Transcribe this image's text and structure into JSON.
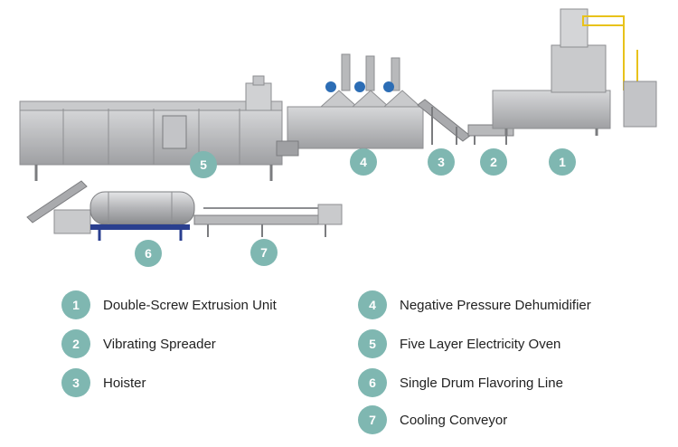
{
  "colors": {
    "badge": "#7fb7b1",
    "machine_body": "#b8b9bb",
    "machine_dark": "#7b7c7f",
    "frame_blue": "#2a3f8f",
    "frame_yellow": "#e8c21a",
    "text": "#222222"
  },
  "diagram_badges": [
    {
      "number": "1"
    },
    {
      "number": "2"
    },
    {
      "number": "3"
    },
    {
      "number": "4"
    },
    {
      "number": "5"
    },
    {
      "number": "6"
    },
    {
      "number": "7"
    }
  ],
  "legend": [
    {
      "number": "1",
      "label": "Double-Screw Extrusion Unit"
    },
    {
      "number": "2",
      "label": "Vibrating Spreader"
    },
    {
      "number": "3",
      "label": "Hoister"
    },
    {
      "number": "4",
      "label": "Negative Pressure Dehumidifier"
    },
    {
      "number": "5",
      "label": "Five Layer Electricity Oven"
    },
    {
      "number": "6",
      "label": "Single Drum Flavoring Line"
    },
    {
      "number": "7",
      "label": "Cooling Conveyor"
    }
  ]
}
